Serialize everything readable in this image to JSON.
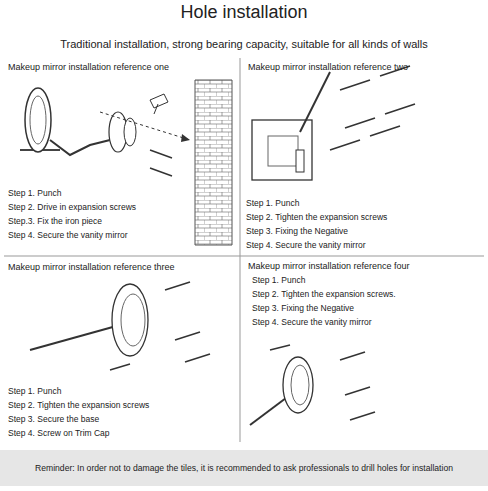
{
  "diagram": {
    "title": "Hole installation",
    "nodes": [
      {
        "text": [
          "Makeup mirror installation reference one",
          "Step 1. Punch",
          "Step 2. Drive in expansion screws",
          "Step.3. Fix the iron piece",
          "Step 4. Secure the vanity mirror"
        ]
      },
      {
        "text": [
          "Makeup mirror installation reference two",
          "Step 1. Punch",
          "Step 2. Tighten the expansion screws",
          "Step 3. Fixing the Negative",
          "Step 4. Secure the vanity mirror"
        ]
      },
      {
        "text": [
          "Makeup mirror installation reference three",
          "Step 1. Punch",
          "Step 2. Tighten the expansion screws",
          "Step 3. Secure the base",
          "Step 4. Screw on Trim Cap"
        ]
      },
      {
        "text": [
          "Makeup mirror installation reference four",
          "Step 1. Punch",
          "Step 2. Tighten the expansion screws.",
          "Step 3. Fixing the Negative",
          "Step 4. Secure the vanity mirror"
        ]
      },
      {
        "text": [
          "Reminder: In order not to damage the tiles, it is recommended to ask professionals to drill holes for installation"
        ]
      }
    ],
    "labels": [
      "Traditional installation, strong bearing capacity, suitable for all kinds of walls"
    ]
  }
}
